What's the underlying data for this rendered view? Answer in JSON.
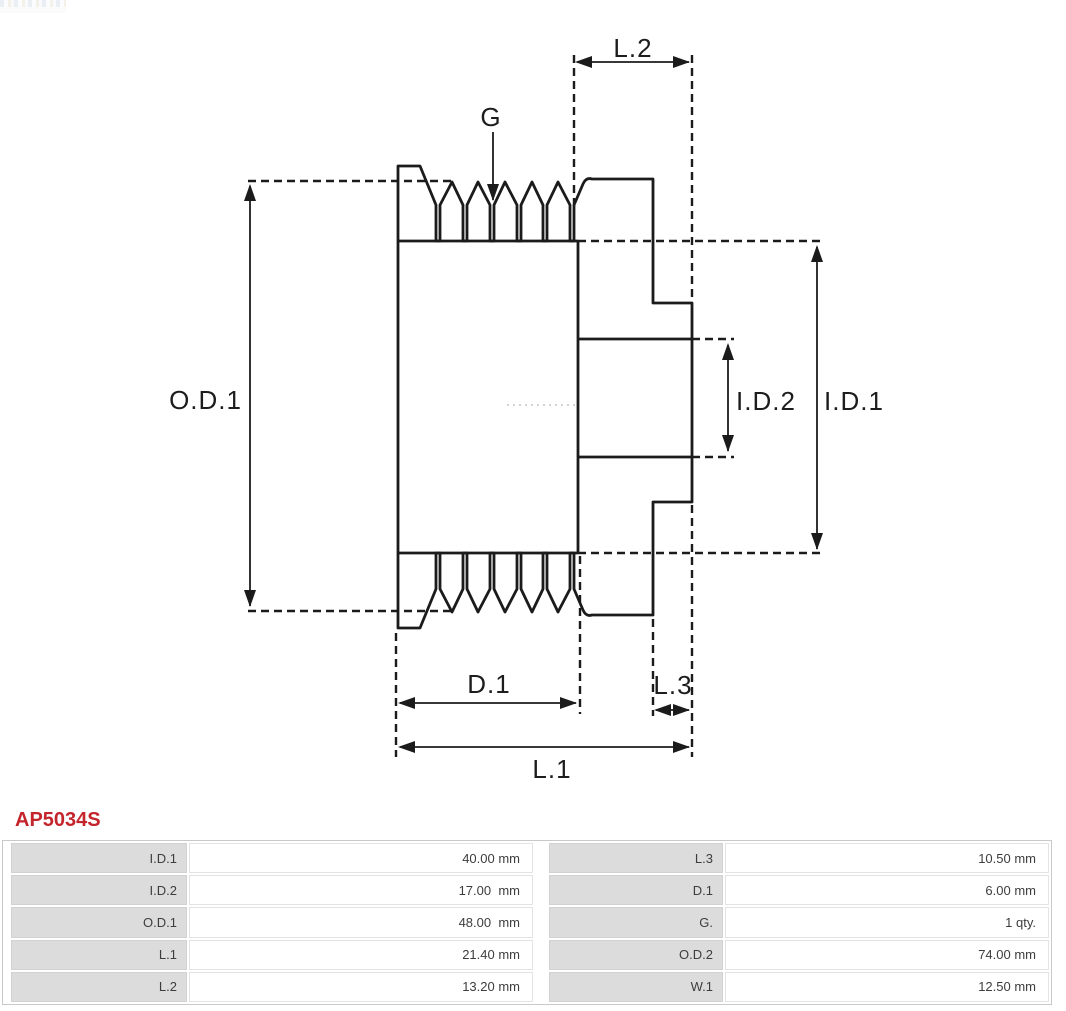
{
  "part": {
    "number": "AP5034S",
    "color": "#c4242c"
  },
  "diagram": {
    "stroke_color": "#1b1b1b",
    "labels": {
      "g": "G",
      "l2": "L.2",
      "od1": "O.D.1",
      "id2": "I.D.2",
      "id1": "I.D.1",
      "d1": "D.1",
      "l3": "L.3",
      "l1": "L.1"
    }
  },
  "spec_table": {
    "rows": [
      {
        "left_label": "I.D.1",
        "left_value": "40.00 mm",
        "right_label": "L.3",
        "right_value": "10.50 mm"
      },
      {
        "left_label": "I.D.2",
        "left_value": "17.00  mm",
        "right_label": "D.1",
        "right_value": "6.00 mm"
      },
      {
        "left_label": "O.D.1",
        "left_value": "48.00  mm",
        "right_label": "G.",
        "right_value": "1 qty."
      },
      {
        "left_label": "L.1",
        "left_value": "21.40 mm",
        "right_label": "O.D.2",
        "right_value": "74.00 mm"
      },
      {
        "left_label": "L.2",
        "left_value": "13.20 mm",
        "right_label": "W.1",
        "right_value": "12.50 mm"
      }
    ]
  },
  "colors": {
    "table_label_bg": "#dcdcdc",
    "table_border": "#c9c9c9",
    "part_number_red": "#c4242c"
  }
}
